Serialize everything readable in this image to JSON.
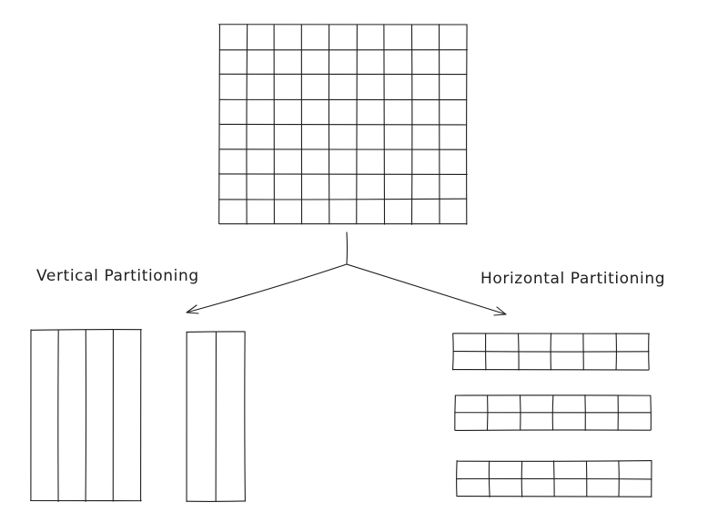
{
  "labels": {
    "vertical": "Vertical Partitioning",
    "horizontal": "Horizontal Partitioning"
  },
  "tables": {
    "source": {
      "rows": 8,
      "cols": 9
    },
    "vertical_partitions": [
      {
        "rows": 1,
        "cols": 4
      },
      {
        "rows": 1,
        "cols": 2
      }
    ],
    "horizontal_partitions": [
      {
        "rows": 2,
        "cols": 6
      },
      {
        "rows": 2,
        "cols": 6
      },
      {
        "rows": 2,
        "cols": 6
      }
    ]
  },
  "colors": {
    "stroke": "#1e1e1e",
    "background": "#ffffff"
  }
}
